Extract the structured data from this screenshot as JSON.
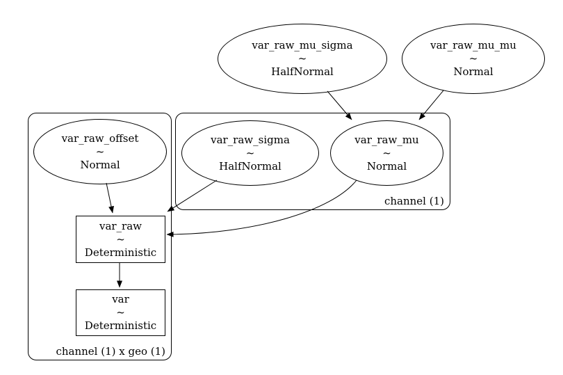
{
  "diagram": {
    "type": "model-graph",
    "background_color": "#ffffff",
    "stroke_color": "#000000",
    "text_color": "#000000",
    "nodes": [
      {
        "id": "var_raw_mu_sigma",
        "name": "var_raw_mu_sigma",
        "op": "~",
        "dist": "HalfNormal",
        "shape": "ellipse"
      },
      {
        "id": "var_raw_mu_mu",
        "name": "var_raw_mu_mu",
        "op": "~",
        "dist": "Normal",
        "shape": "ellipse"
      },
      {
        "id": "var_raw_offset",
        "name": "var_raw_offset",
        "op": "~",
        "dist": "Normal",
        "shape": "ellipse"
      },
      {
        "id": "var_raw_sigma",
        "name": "var_raw_sigma",
        "op": "~",
        "dist": "HalfNormal",
        "shape": "ellipse"
      },
      {
        "id": "var_raw_mu",
        "name": "var_raw_mu",
        "op": "~",
        "dist": "Normal",
        "shape": "ellipse"
      },
      {
        "id": "var_raw",
        "name": "var_raw",
        "op": "~",
        "dist": "Deterministic",
        "shape": "box"
      },
      {
        "id": "var",
        "name": "var",
        "op": "~",
        "dist": "Deterministic",
        "shape": "box"
      }
    ],
    "plates": [
      {
        "label": "channel (1)"
      },
      {
        "label": "channel (1) x geo (1)"
      }
    ],
    "edges": [
      {
        "from": "var_raw_mu_sigma",
        "to": "var_raw_mu"
      },
      {
        "from": "var_raw_mu_mu",
        "to": "var_raw_mu"
      },
      {
        "from": "var_raw_offset",
        "to": "var_raw"
      },
      {
        "from": "var_raw_sigma",
        "to": "var_raw"
      },
      {
        "from": "var_raw_mu",
        "to": "var_raw"
      },
      {
        "from": "var_raw",
        "to": "var"
      }
    ]
  }
}
